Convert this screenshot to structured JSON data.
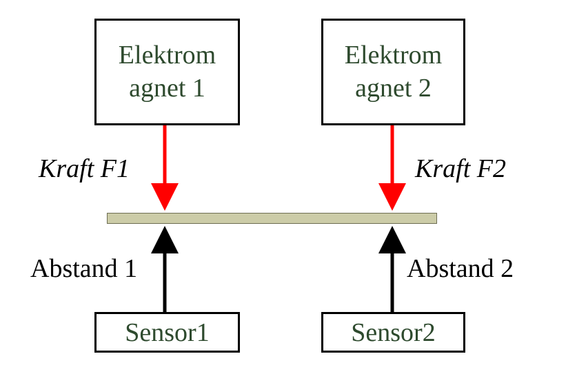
{
  "magnets": [
    {
      "line1": "Elektrom",
      "line2": "agnet 1"
    },
    {
      "line1": "Elektrom",
      "line2": "agnet 2"
    }
  ],
  "sensors": [
    {
      "label": "Sensor1"
    },
    {
      "label": "Sensor2"
    }
  ],
  "forces": [
    {
      "label": "Kraft F1"
    },
    {
      "label": "Kraft F2"
    }
  ],
  "distances": [
    {
      "label": "Abstand 1"
    },
    {
      "label": "Abstand 2"
    }
  ],
  "colors": {
    "box_text": "#2e4a2e",
    "force_arrow": "#ff0000",
    "distance_arrow": "#000000",
    "beam_fill": "#cccca8"
  }
}
